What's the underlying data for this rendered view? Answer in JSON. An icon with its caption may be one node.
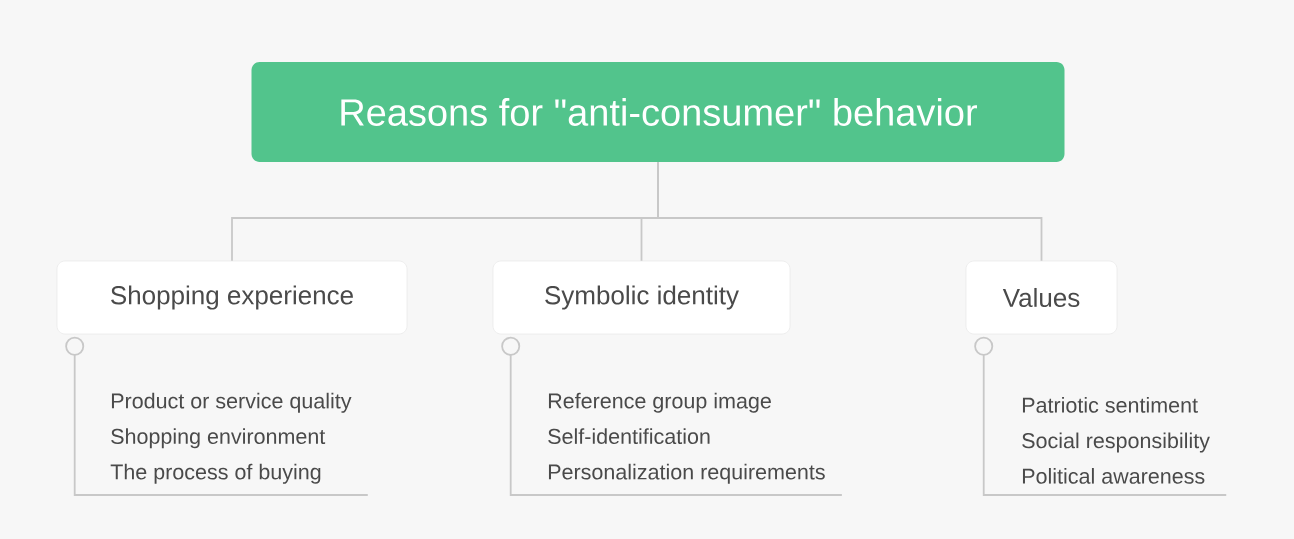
{
  "diagram": {
    "nodes": [
      {
        "text": [
          "Reasons for \"anti-consumer\" behavior"
        ]
      },
      {
        "text": [
          "Shopping experience"
        ]
      },
      {
        "text": [
          "Symbolic identity"
        ]
      },
      {
        "text": [
          "Values"
        ]
      },
      {
        "text": [
          "Product or service quality",
          "Shopping environment",
          "The process of buying"
        ]
      },
      {
        "text": [
          "Reference group image",
          "Self-identification",
          "Personalization requirements"
        ]
      },
      {
        "text": [
          "Patriotic sentiment",
          "Social responsibility",
          "Political awareness"
        ]
      }
    ],
    "edges": [
      {
        "from": 0,
        "to": 1,
        "arrow": "none"
      },
      {
        "from": 0,
        "to": 2,
        "arrow": "none"
      },
      {
        "from": 0,
        "to": 3,
        "arrow": "none"
      },
      {
        "from": 1,
        "to": 4,
        "arrow": "other"
      },
      {
        "from": 2,
        "to": 5,
        "arrow": "other"
      },
      {
        "from": 3,
        "to": 6,
        "arrow": "other"
      }
    ]
  }
}
